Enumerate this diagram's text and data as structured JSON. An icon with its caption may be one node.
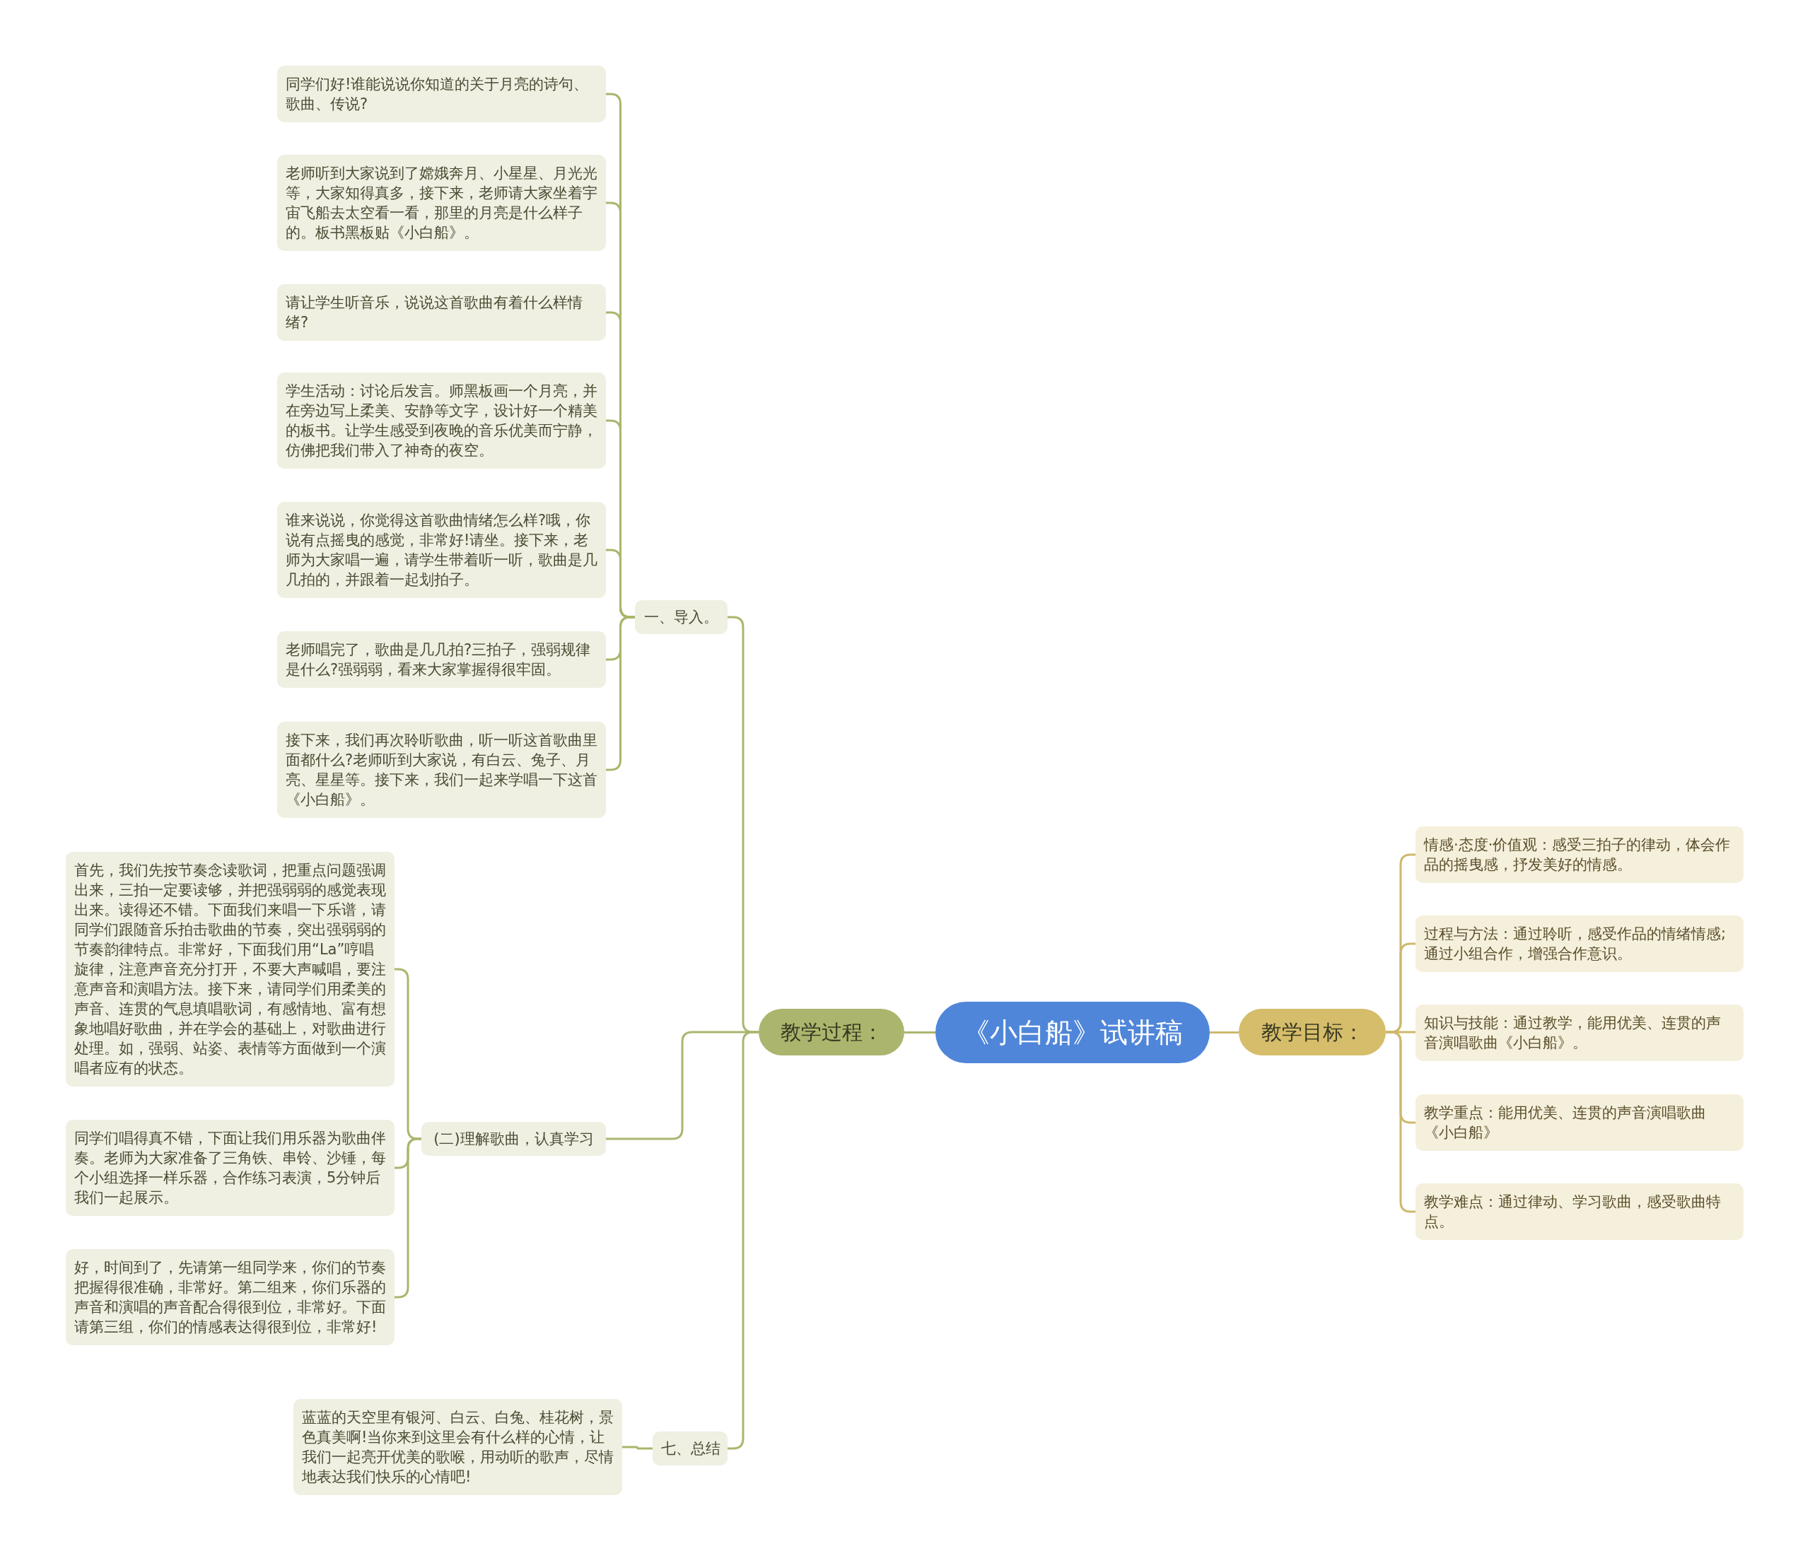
{
  "diagram": {
    "nodes": [
      {
        "text": [
          "《小白船》试讲稿"
        ]
      },
      {
        "text": [
          "教学过程："
        ]
      },
      {
        "text": [
          "一、导入。"
        ]
      },
      {
        "text": [
          "同学们好!谁能说说你知道的关于月亮的诗句、歌曲、传说?"
        ]
      },
      {
        "text": [
          "老师听到大家说到了嫦娥奔月、小星星、月光光等，大家知得真多，接下来，老师请大家坐着宇宙飞船去太空看一看，那里的月亮是什么样子的。板书黑板贴《小白船》。"
        ]
      },
      {
        "text": [
          "请让学生听音乐，说说这首歌曲有着什么样情绪?"
        ]
      },
      {
        "text": [
          "学生活动：讨论后发言。师黑板画一个月亮，并在旁边写上柔美、安静等文字，设计好一个精美的板书。让学生感受到夜晚的音乐优美而宁静，仿佛把我们带入了神奇的夜空。"
        ]
      },
      {
        "text": [
          "谁来说说，你觉得这首歌曲情绪怎么样?哦，你说有点摇曳的感觉，非常好!请坐。接下来，老师为大家唱一遍，请学生带着听一听，歌曲是几几拍的，并跟着一起划拍子。"
        ]
      },
      {
        "text": [
          "老师唱完了，歌曲是几几拍?三拍子，强弱规律是什么?强弱弱，看来大家掌握得很牢固。"
        ]
      },
      {
        "text": [
          "接下来，我们再次聆听歌曲，听一听这首歌曲里面都什么?老师听到大家说，有白云、兔子、月亮、星星等。接下来，我们一起来学唱一下这首《小白船》。"
        ]
      },
      {
        "text": [
          "(二)理解歌曲，认真学习"
        ]
      },
      {
        "text": [
          "首先，我们先按节奏念读歌词，把重点问题强调出来，三拍一定要读够，并把强弱弱的感觉表现出来。读得还不错。下面我们来唱一下乐谱，请同学们跟随音乐拍击歌曲的节奏，突出强弱弱的节奏韵律特点。非常好，下面我们用“La”哼唱旋律，注意声音充分打开，不要大声喊唱，要注意声音和演唱方法。接下来，请同学们用柔美的声音、连贯的气息填唱歌词，有感情地、富有想象地唱好歌曲，并在学会的基础上，对歌曲进行处理。如，强弱、站姿、表情等方面做到一个演唱者应有的状态。"
        ]
      },
      {
        "text": [
          "同学们唱得真不错，下面让我们用乐器为歌曲伴奏。老师为大家准备了三角铁、串铃、沙锤，每个小组选择一样乐器，合作练习表演，5分钟后我们一起展示。"
        ]
      },
      {
        "text": [
          "好，时间到了，先请第一组同学来，你们的节奏把握得很准确，非常好。第二组来，你们乐器的声音和演唱的声音配合得很到位，非常好。下面请第三组，你们的情感表达得很到位，非常好!"
        ]
      },
      {
        "text": [
          "七、总结"
        ]
      },
      {
        "text": [
          "蓝蓝的天空里有银河、白云、白兔、桂花树，景色真美啊!当你来到这里会有什么样的心情，让我们一起亮开优美的歌喉，用动听的歌声，尽情地表达我们快乐的心情吧!"
        ]
      },
      {
        "text": [
          "教学目标："
        ]
      },
      {
        "text": [
          "情感·态度·价值观：感受三拍子的律动，体会作品的摇曳感，抒发美好的情感。"
        ]
      },
      {
        "text": [
          "过程与方法：通过聆听，感受作品的情绪情感;通过小组合作，增强合作意识。"
        ]
      },
      {
        "text": [
          "知识与技能：通过教学，能用优美、连贯的声音演唱歌曲《小白船》。"
        ]
      },
      {
        "text": [
          "教学重点：能用优美、连贯的声音演唱歌曲《小白船》"
        ]
      },
      {
        "text": [
          "教学难点：通过律动、学习歌曲，感受歌曲特点。"
        ]
      }
    ],
    "edges": [
      {
        "from": 0,
        "to": 1,
        "arrow": "none"
      },
      {
        "from": 1,
        "to": 2,
        "arrow": "none"
      },
      {
        "from": 2,
        "to": 3,
        "arrow": "none"
      },
      {
        "from": 2,
        "to": 4,
        "arrow": "none"
      },
      {
        "from": 2,
        "to": 5,
        "arrow": "none"
      },
      {
        "from": 2,
        "to": 6,
        "arrow": "none"
      },
      {
        "from": 2,
        "to": 7,
        "arrow": "none"
      },
      {
        "from": 2,
        "to": 8,
        "arrow": "none"
      },
      {
        "from": 2,
        "to": 9,
        "arrow": "none"
      },
      {
        "from": 1,
        "to": 10,
        "arrow": "none"
      },
      {
        "from": 10,
        "to": 11,
        "arrow": "none"
      },
      {
        "from": 10,
        "to": 12,
        "arrow": "none"
      },
      {
        "from": 10,
        "to": 13,
        "arrow": "none"
      },
      {
        "from": 1,
        "to": 14,
        "arrow": "none"
      },
      {
        "from": 14,
        "to": 15,
        "arrow": "none"
      },
      {
        "from": 0,
        "to": 16,
        "arrow": "none",
        "color": "#cdb86c"
      },
      {
        "from": 16,
        "to": 17,
        "arrow": "none",
        "color": "#cdb86c"
      },
      {
        "from": 16,
        "to": 18,
        "arrow": "none",
        "color": "#cdb86c"
      },
      {
        "from": 16,
        "to": 19,
        "arrow": "none",
        "color": "#cdb86c"
      },
      {
        "from": 16,
        "to": 20,
        "arrow": "none",
        "color": "#cdb86c"
      },
      {
        "from": 16,
        "to": 21,
        "arrow": "none",
        "color": "#cdb86c"
      }
    ]
  }
}
